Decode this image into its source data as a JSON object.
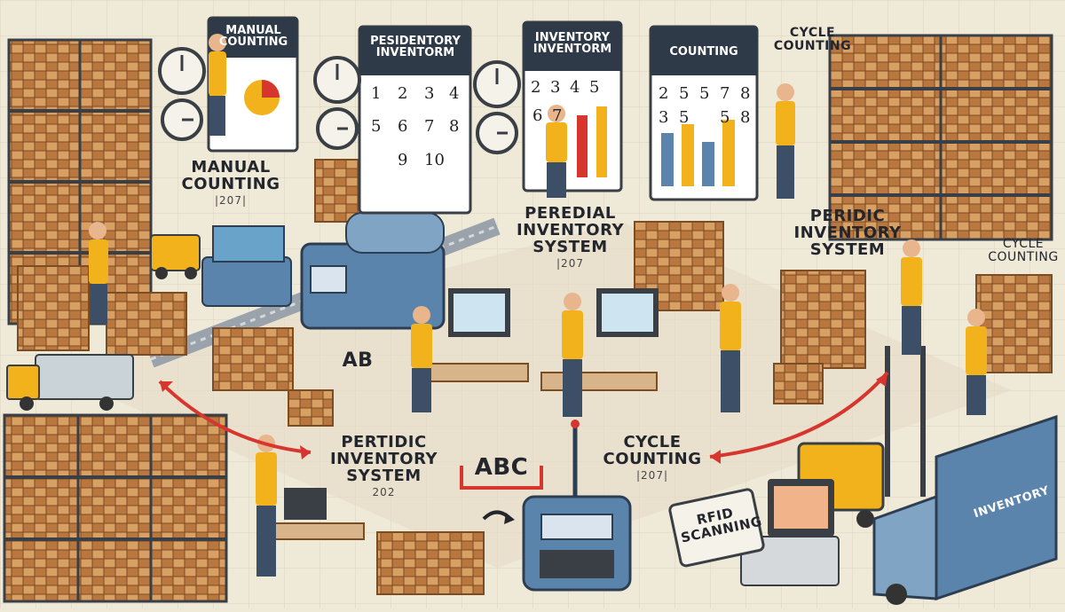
{
  "labels": {
    "manual_counting": {
      "title": "MANUAL COUNTING",
      "sub": "|207|"
    },
    "peredial": {
      "title": "PEREDIAL INVENTORY SYSTEM",
      "sub": "|207"
    },
    "peridic_right": {
      "title": "PERIDIC INVENTORY SYSTEM"
    },
    "cycle_counting_top": {
      "title": "CYCLE COUNTING"
    },
    "cycle_counting_right": {
      "title": "CYCLE COUNTING"
    },
    "pertidic": {
      "title": "PERTIDIC INVENTORY SYSTEM",
      "sub": "202"
    },
    "cycle_counting_bottom": {
      "title": "CYCLE COUNTING",
      "sub": "|207|"
    },
    "ab": "AB",
    "abc": "ABC",
    "rfid": "RFID SCANNING",
    "truck": "INVENTORY"
  },
  "boards": {
    "manual": {
      "title": "MANUAL COUNTING"
    },
    "pesidentory": {
      "title": "PESIDENTORY INVENTORM",
      "numbers": [
        "1",
        "2",
        "3",
        "4",
        "5",
        "6",
        "7",
        "8",
        "9",
        "10"
      ]
    },
    "inventory": {
      "title": "INVENTORY INVENTORM",
      "numbers": [
        "2",
        "3",
        "4",
        "5",
        "6",
        "7"
      ]
    },
    "counting": {
      "title": "COUNTING",
      "numbers": [
        "2",
        "5",
        "5",
        "7",
        "8",
        "3",
        "5",
        "5",
        "8"
      ]
    }
  },
  "colors": {
    "background": "#efe9d8",
    "ink": "#23262c",
    "arrow": "#d7362f",
    "vest": "#f2b21b",
    "box": "#c98a4e",
    "machine": "#5b84ad"
  }
}
